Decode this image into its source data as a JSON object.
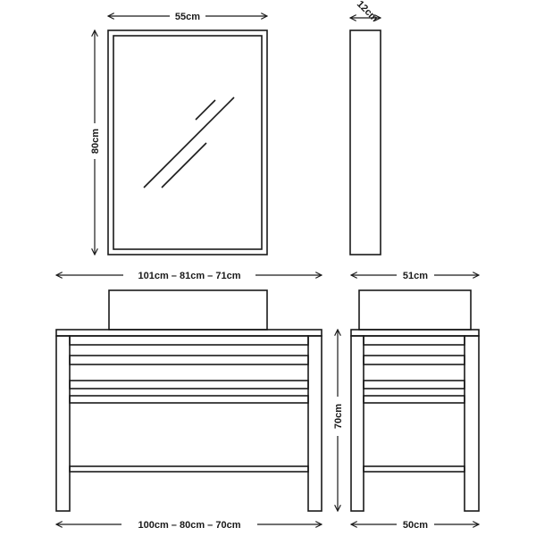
{
  "labels": {
    "mirror_width": "55cm",
    "mirror_height": "80cm",
    "mirror_depth": "12cm",
    "vanity_top_width": "101cm – 81cm – 71cm",
    "vanity_top_depth": "51cm",
    "cabinet_height": "70cm",
    "cabinet_width": "100cm – 80cm – 70cm",
    "cabinet_depth": "50cm"
  },
  "colors": {
    "line": "#1a1a1a",
    "background": "#ffffff"
  }
}
